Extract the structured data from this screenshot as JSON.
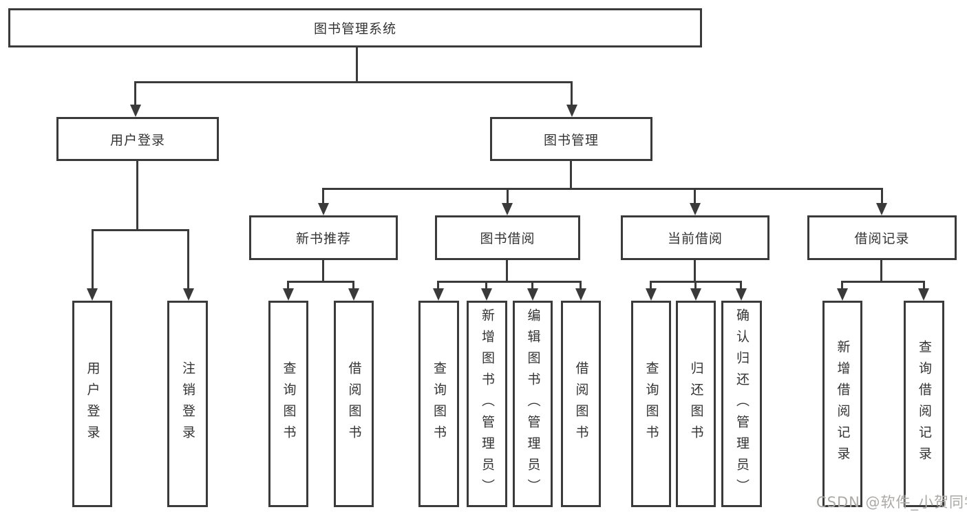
{
  "diagram": {
    "root": {
      "label": "图书管理系统"
    },
    "level2": [
      {
        "id": "user-login",
        "label": "用户登录"
      },
      {
        "id": "book-management",
        "label": "图书管理"
      }
    ],
    "level3": [
      {
        "id": "new-book-recommend",
        "parent": "图书管理",
        "label": "新书推荐"
      },
      {
        "id": "book-borrow",
        "parent": "图书管理",
        "label": "图书借阅"
      },
      {
        "id": "current-borrow",
        "parent": "图书管理",
        "label": "当前借阅"
      },
      {
        "id": "borrow-records",
        "parent": "图书管理",
        "label": "借阅记录"
      }
    ],
    "leaves": [
      {
        "parent": "用户登录",
        "label": "用户登录"
      },
      {
        "parent": "用户登录",
        "label": "注销登录"
      },
      {
        "parent": "新书推荐",
        "label": "查询图书"
      },
      {
        "parent": "新书推荐",
        "label": "借阅图书"
      },
      {
        "parent": "图书借阅",
        "label": "查询图书"
      },
      {
        "parent": "图书借阅",
        "label": "新增图书（管理员）"
      },
      {
        "parent": "图书借阅",
        "label": "编辑图书（管理员）"
      },
      {
        "parent": "图书借阅",
        "label": "借阅图书"
      },
      {
        "parent": "当前借阅",
        "label": "查询图书"
      },
      {
        "parent": "当前借阅",
        "label": "归还图书"
      },
      {
        "parent": "当前借阅",
        "label": "确认归还（管理员）"
      },
      {
        "parent": "借阅记录",
        "label": "新增借阅记录"
      },
      {
        "parent": "借阅记录",
        "label": "查询借阅记录"
      }
    ],
    "colors": {
      "line": "#3a3a3a",
      "text": "#333333",
      "background": "#ffffff",
      "watermark": "#aba9a6"
    }
  },
  "watermark": {
    "text": "CSDN @软件_小贺同学"
  }
}
